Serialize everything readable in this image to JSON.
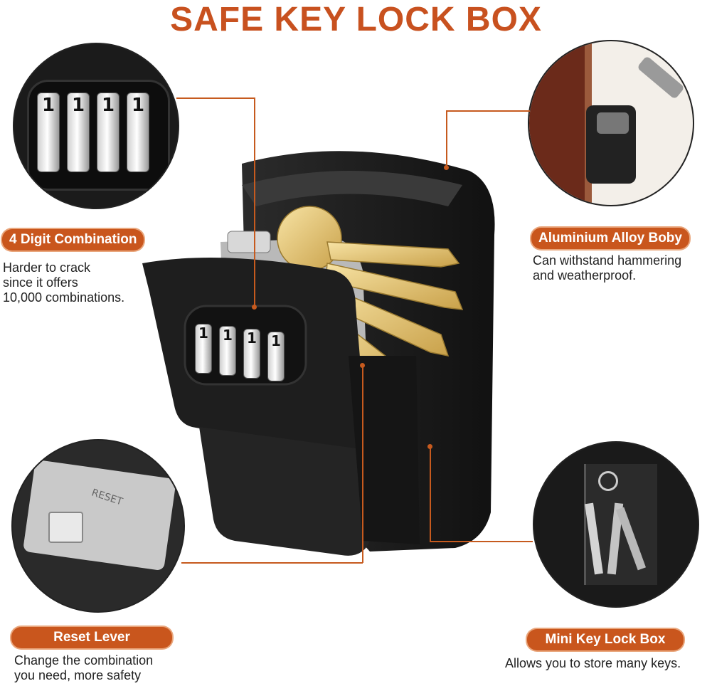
{
  "title": "SAFE KEY LOCK BOX",
  "features": {
    "combination": {
      "label": "4 Digit Combination",
      "desc": "Harder to crack\nsince it offers\n10,000 combinations."
    },
    "body": {
      "label": "Aluminium Alloy Boby",
      "desc": "Can withstand hammering\nand weatherproof."
    },
    "reset": {
      "label": "Reset Lever",
      "desc": "Change the combination\nyou need, more safety"
    },
    "mini": {
      "label": "Mini Key Lock Box",
      "desc": "Allows you to store many keys."
    }
  },
  "dials": [
    "1",
    "1",
    "1",
    "1"
  ],
  "reset_text": "RESET",
  "colors": {
    "accent": "#c9561d",
    "title": "#c8511f",
    "box": "#1c1c1c"
  }
}
